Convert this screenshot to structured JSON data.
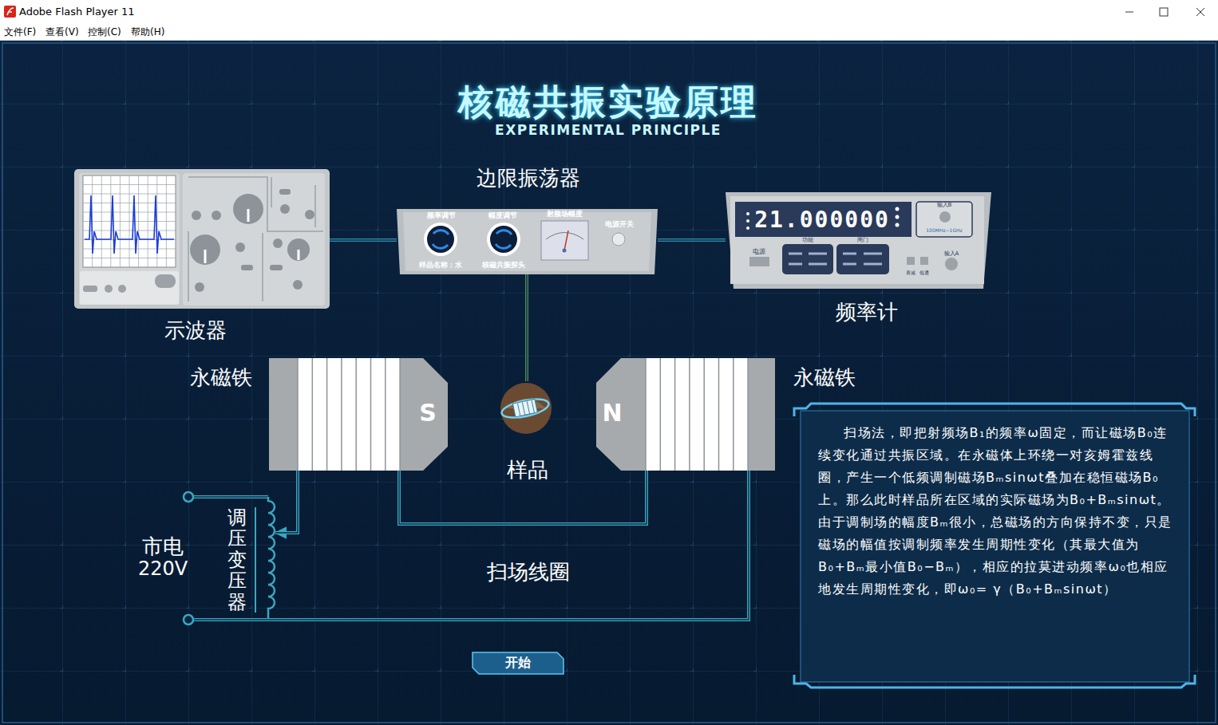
{
  "diagram": {
    "title": "核磁共振实验原理",
    "nodes": [
      {
        "text": [
          "示波器"
        ]
      },
      {
        "text": [
          "边限振荡器"
        ]
      },
      {
        "text": [
          "频率计"
        ]
      },
      {
        "text": [
          "永磁铁",
          "S"
        ]
      },
      {
        "text": [
          "样品"
        ]
      },
      {
        "text": [
          "永磁铁",
          "N"
        ]
      },
      {
        "text": [
          "调压变压器"
        ]
      },
      {
        "text": [
          "扫场法，即把射频场B₁的频率ω固定，而让磁场B₀连续变化通过共振区域。在永磁体上环绕一对亥姆霍兹线圈，产生一个低频调制磁场Bₘsinωt叠加在稳恒磁场B₀上。那么此时样品所在区域的实际磁场为B₀+Bₘsinωt。 由于调制场的幅度Bₘ很小，总磁场的方向保持不变，只是磁场的幅值按调制频率发生周期性变化（其最大值为B₀+Bₘ最小值B₀−Bₘ），相应的拉莫进动频率ω₀也相应地发生周期性变化，即ω₀= γ（B₀+Bₘsinωt）"
        ]
      },
      {
        "text": [
          "开始"
        ]
      }
    ],
    "edges": [
      {
        "from": 0,
        "to": 1,
        "arrow": "none"
      },
      {
        "from": 1,
        "to": 2,
        "arrow": "none"
      },
      {
        "from": 1,
        "to": 4,
        "arrow": "none"
      },
      {
        "from": 3,
        "to": 5,
        "arrow": "none"
      },
      {
        "from": 3,
        "to": 6,
        "arrow": "to"
      },
      {
        "from": 6,
        "to": 5,
        "arrow": "none"
      }
    ],
    "labels": [
      "Adobe Flash Player 11",
      "文件(F)",
      "查看(V)",
      "控制(C)",
      "帮助(H)",
      "EXPERIMENTAL PRINCIPLE",
      "频率调节",
      "幅度调节",
      "射频场幅度",
      "电源开关",
      "样品名称：水",
      "核磁共振探头",
      "21.000000",
      "电源",
      "功能",
      "闸门",
      "输入B",
      "100MHz~1GHz",
      "输入A",
      "衰减",
      "低通",
      "扫场线圈",
      "市电",
      "220V"
    ]
  }
}
